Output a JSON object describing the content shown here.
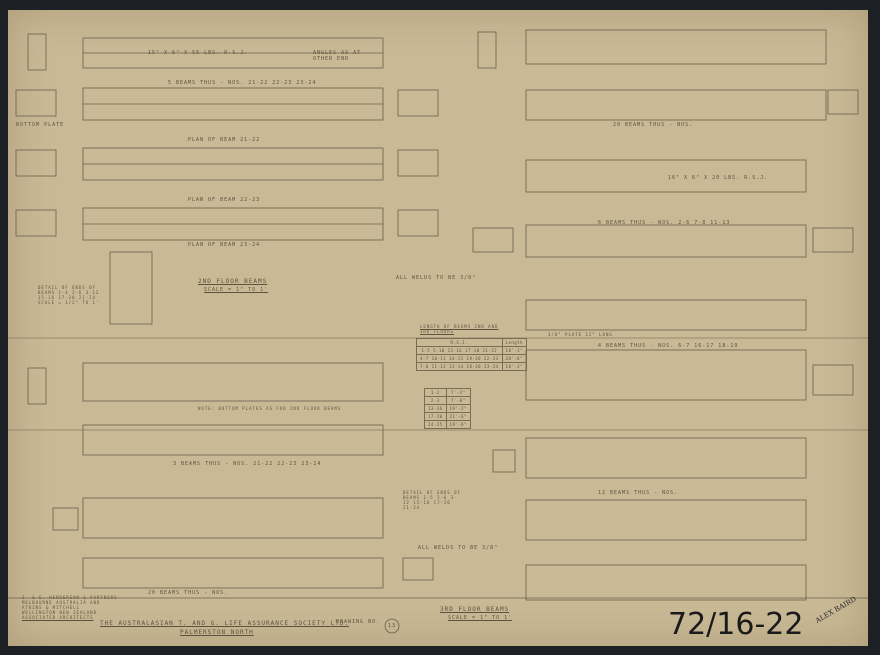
{
  "titles": {
    "second_floor": "2nd Floor Beams",
    "second_floor_scale": "Scale = 1\" to 1'",
    "third_floor": "3rd Floor Beams",
    "third_floor_scale": "Scale = 1\" to 1'",
    "client": "The Australasian T. and G. Life Assurance Society Ltd.",
    "location": "Palmerston North",
    "drawing_no_label": "Drawing No.",
    "drawing_no": "13",
    "archive_ref": "72/16-22",
    "signature": "Alex Baird"
  },
  "architects": [
    "J. & E. Henderson & Partners",
    "Melbourne Australia and",
    "Atkins & Mitchell",
    "Wellington New Zealand",
    "Associated Architects"
  ],
  "notes": {
    "beams_5": "5 Beams Thus - Nos. 21-22 22-23 23-24",
    "plan_21_22": "Plan of Beam 21-22",
    "plan_22_23": "Plan of Beam 22-23",
    "plan_23_24": "Plan of Beam 23-24",
    "beams_20_top": "20 Beams Thus - Nos.",
    "beams_6": "6 Beams Thus - Nos. 2-6 7-8 11-13",
    "beams_4": "4 Beams Thus - Nos. 6-7 16-17 18-19",
    "beams_3": "3 Beams Thus - Nos. 21-22 22-23 23-24",
    "beams_12": "12 Beams Thus - Nos.",
    "beams_20_bottom": "20 Beams Thus - Nos.",
    "all_welds": "All welds to be 3/8\"",
    "all_welds_2": "All welds to be 3/8\"",
    "detail_ends": "Detail of ends of beams 1-4 2-6 3-12 15-16 17-20 21-24 Scale = 1/2\" to 1'",
    "detail_ends_2": "Detail of ends of beams 1-5 2-6 3-12 15-16 17-20 21-24",
    "bottom_plate": "Bottom Plate",
    "angles": "Angles as at other end",
    "rsj_top": "15\" x 6\" x 55 lbs. R.S.J.",
    "rsj_mid": "16\" x 6\" x 20 lbs. R.S.J.",
    "note_bottom": "Note: Bottom plates as for 2nd floor beams",
    "plate": "3/8\" Plate 12\" long"
  },
  "length_table": {
    "title": "Length of Beams 2nd and 3rd Floors",
    "head": [
      "R.S.J.",
      "Length"
    ],
    "rows": [
      [
        "1-5 5-10 15-16 17-18 21-22",
        "18'-1\""
      ],
      [
        "4-7 10-11 14-15 19-20 22-23",
        "20'-6\""
      ],
      [
        "7-8 11-12 13-14 18-20 23-24",
        "18'-3\""
      ]
    ],
    "rows2": [
      [
        "1-2",
        "7'-2\""
      ],
      [
        "2-3",
        "7'-6\""
      ],
      [
        "13-16",
        "19'-2\""
      ],
      [
        "17-20",
        "21'-6\""
      ],
      [
        "24-25",
        "19'-6\""
      ]
    ]
  }
}
